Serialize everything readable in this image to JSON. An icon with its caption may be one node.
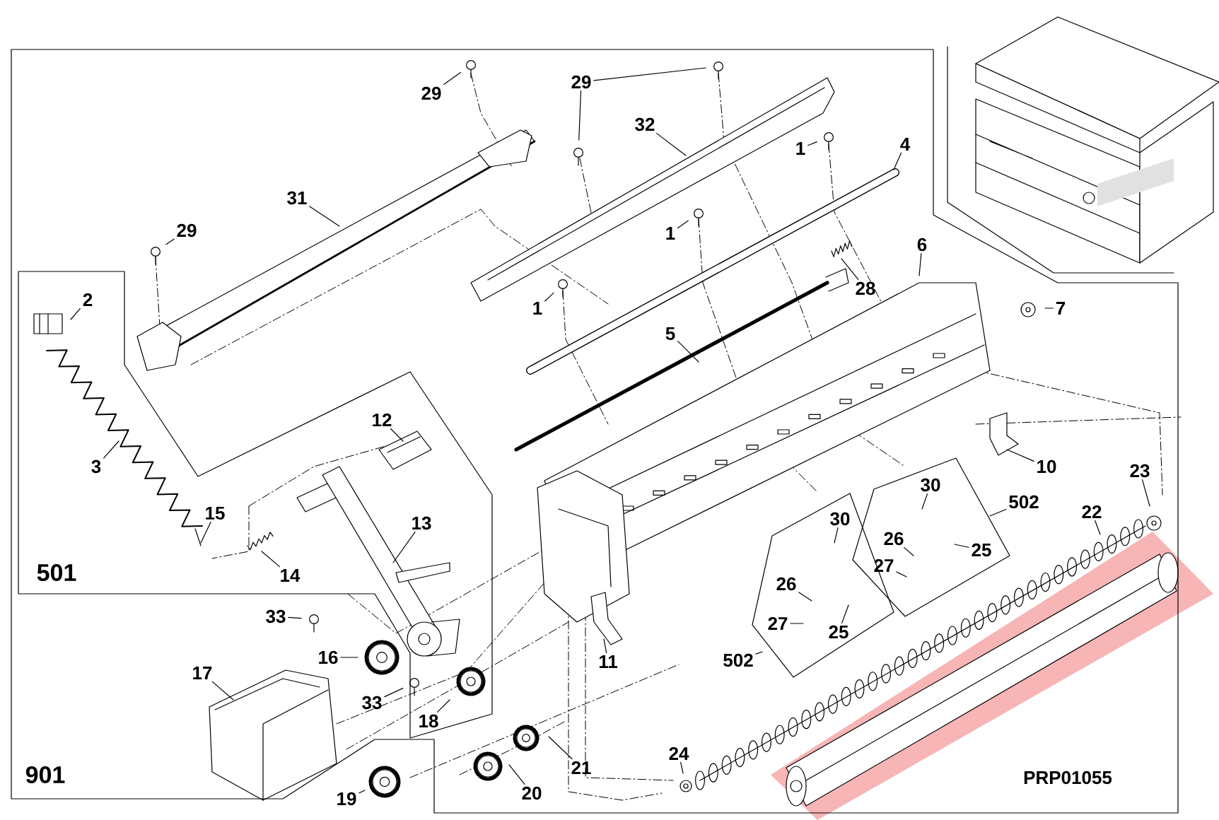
{
  "diagram": {
    "nodes": [
      {
        "text": [
          "901"
        ]
      },
      {
        "text": [
          "501"
        ]
      },
      {
        "text": [],
        "shape": "box"
      },
      {
        "text": [],
        "shape": "box"
      },
      {
        "text": [
          "29"
        ]
      },
      {
        "text": [
          "29"
        ]
      },
      {
        "text": [
          "32"
        ]
      },
      {
        "text": [
          "1"
        ]
      },
      {
        "text": [
          "4"
        ]
      },
      {
        "text": [
          "31"
        ]
      },
      {
        "text": [
          "29"
        ]
      },
      {
        "text": [
          "1"
        ]
      },
      {
        "text": [
          "6"
        ]
      },
      {
        "text": [
          "28"
        ]
      },
      {
        "text": [
          "7"
        ]
      },
      {
        "text": [
          "1"
        ]
      },
      {
        "text": [
          "5"
        ]
      },
      {
        "text": [
          "2"
        ]
      },
      {
        "text": [
          "3"
        ]
      },
      {
        "text": [
          "12"
        ]
      },
      {
        "text": [
          "10"
        ]
      },
      {
        "text": [
          "23"
        ]
      },
      {
        "text": [
          "30"
        ],
        "in": 3
      },
      {
        "text": [
          "502"
        ]
      },
      {
        "text": [
          "15"
        ]
      },
      {
        "text": [
          "13"
        ]
      },
      {
        "text": [
          "22"
        ]
      },
      {
        "text": [
          "30"
        ],
        "in": 2
      },
      {
        "text": [
          "26"
        ],
        "in": 3
      },
      {
        "text": [
          "25"
        ],
        "in": 3
      },
      {
        "text": [
          "27"
        ],
        "in": 3
      },
      {
        "text": [
          "14"
        ]
      },
      {
        "text": [
          "33"
        ]
      },
      {
        "text": [
          "26"
        ],
        "in": 2
      },
      {
        "text": [
          "27"
        ],
        "in": 2
      },
      {
        "text": [
          "25"
        ],
        "in": 2
      },
      {
        "text": [
          "502"
        ]
      },
      {
        "text": [
          "16"
        ]
      },
      {
        "text": [
          "11"
        ]
      },
      {
        "text": [
          "17"
        ]
      },
      {
        "text": [
          "33"
        ]
      },
      {
        "text": [
          "18"
        ]
      },
      {
        "text": [
          "21"
        ]
      },
      {
        "text": [
          "24"
        ]
      },
      {
        "text": [
          "19"
        ]
      },
      {
        "text": [
          "20"
        ]
      }
    ],
    "edges": [
      {
        "from": 23,
        "to": 3,
        "arrow": "none"
      },
      {
        "from": 36,
        "to": 2,
        "arrow": "none"
      },
      {
        "from": 4,
        "to": null,
        "arrow": "none"
      },
      {
        "from": 5,
        "to": null,
        "arrow": "none"
      },
      {
        "from": 5,
        "to": null,
        "arrow": "none"
      },
      {
        "from": 6,
        "to": null,
        "arrow": "none"
      },
      {
        "from": 7,
        "to": null,
        "arrow": "none"
      },
      {
        "from": 8,
        "to": null,
        "arrow": "none"
      },
      {
        "from": 9,
        "to": null,
        "arrow": "none"
      },
      {
        "from": 10,
        "to": null,
        "arrow": "none"
      },
      {
        "from": 11,
        "to": null,
        "arrow": "none"
      },
      {
        "from": 12,
        "to": null,
        "arrow": "none"
      },
      {
        "from": 13,
        "to": null,
        "arrow": "none"
      },
      {
        "from": 14,
        "to": null,
        "arrow": "none"
      },
      {
        "from": 15,
        "to": null,
        "arrow": "none"
      },
      {
        "from": 16,
        "to": null,
        "arrow": "none"
      },
      {
        "from": 17,
        "to": null,
        "arrow": "none"
      },
      {
        "from": 18,
        "to": null,
        "arrow": "none"
      },
      {
        "from": 19,
        "to": null,
        "arrow": "none"
      },
      {
        "from": 20,
        "to": null,
        "arrow": "none"
      },
      {
        "from": 21,
        "to": null,
        "arrow": "none"
      },
      {
        "from": 22,
        "to": null,
        "arrow": "none"
      },
      {
        "from": 24,
        "to": null,
        "arrow": "none"
      },
      {
        "from": 25,
        "to": null,
        "arrow": "none"
      },
      {
        "from": 26,
        "to": null,
        "arrow": "none"
      },
      {
        "from": 27,
        "to": null,
        "arrow": "none"
      },
      {
        "from": 28,
        "to": null,
        "arrow": "none"
      },
      {
        "from": 29,
        "to": null,
        "arrow": "none"
      },
      {
        "from": 30,
        "to": null,
        "arrow": "none"
      },
      {
        "from": 31,
        "to": null,
        "arrow": "none"
      },
      {
        "from": 32,
        "to": null,
        "arrow": "none"
      },
      {
        "from": 33,
        "to": null,
        "arrow": "none"
      },
      {
        "from": 34,
        "to": null,
        "arrow": "none"
      },
      {
        "from": 35,
        "to": null,
        "arrow": "none"
      },
      {
        "from": 37,
        "to": null,
        "arrow": "none"
      },
      {
        "from": 38,
        "to": null,
        "arrow": "none"
      },
      {
        "from": 39,
        "to": null,
        "arrow": "none"
      },
      {
        "from": 40,
        "to": null,
        "arrow": "none"
      },
      {
        "from": 41,
        "to": null,
        "arrow": "none"
      },
      {
        "from": 42,
        "to": null,
        "arrow": "none"
      },
      {
        "from": 43,
        "to": null,
        "arrow": "none"
      },
      {
        "from": 44,
        "to": null,
        "arrow": "none"
      },
      {
        "from": 45,
        "to": null,
        "arrow": "none"
      }
    ],
    "labels": [
      "PRP01055"
    ]
  }
}
